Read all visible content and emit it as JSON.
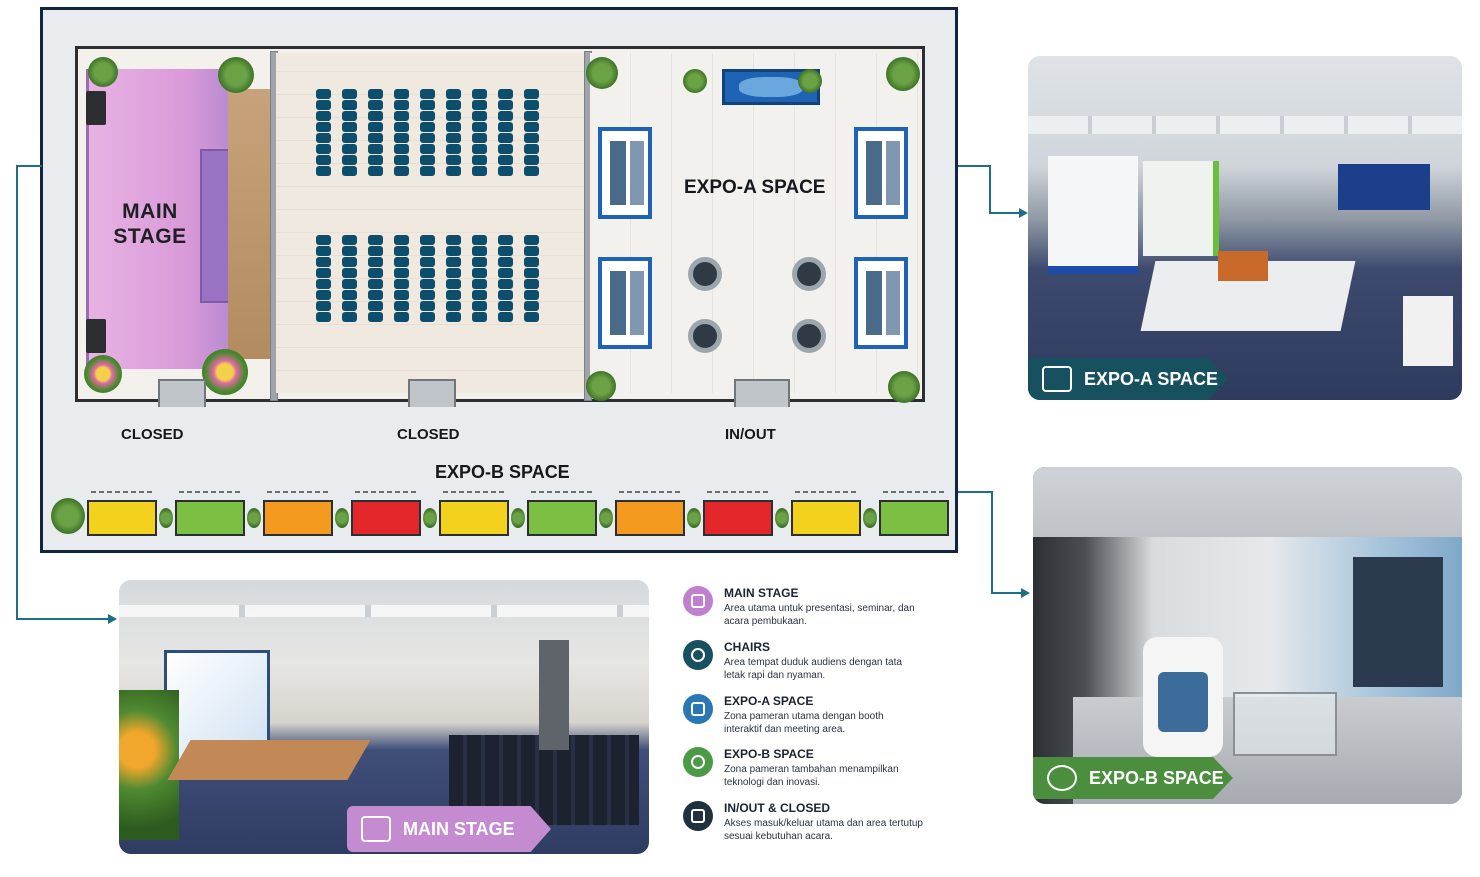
{
  "floorplan": {
    "zones": {
      "main_stage_lines": [
        "MAIN",
        "STAGE"
      ],
      "expo_a": "EXPO-A SPACE",
      "expo_b": "EXPO-B SPACE"
    },
    "doors": [
      {
        "label": "CLOSED"
      },
      {
        "label": "CLOSED"
      },
      {
        "label": "IN/OUT"
      }
    ],
    "expo_b_booth_colors": [
      "#f2d21d",
      "#7bc043",
      "#f39a1f",
      "#e3262a",
      "#f2d21d",
      "#7bc043",
      "#f39a1f",
      "#e3262a",
      "#f2d21d",
      "#7bc043"
    ]
  },
  "photos": {
    "expo_a": {
      "label": "EXPO-A SPACE",
      "color": "#17505f"
    },
    "expo_b": {
      "label": "EXPO-B SPACE",
      "color": "#4b8e3e"
    },
    "main_stage": {
      "label": "MAIN STAGE",
      "color": "#c48bd0"
    }
  },
  "legend": [
    {
      "title": "MAIN STAGE",
      "desc": "Area utama untuk presentasi, seminar, dan acara pembukaan.",
      "color": "#c07fcf",
      "icon": "stage-icon"
    },
    {
      "title": "CHAIRS",
      "desc": "Area tempat duduk audiens dengan tata letak rapi dan nyaman.",
      "color": "#17505f",
      "icon": "audience-icon"
    },
    {
      "title": "EXPO-A SPACE",
      "desc": "Zona pameran utama dengan booth interaktif dan meeting area.",
      "color": "#2a77b5",
      "icon": "booth-icon"
    },
    {
      "title": "EXPO-B SPACE",
      "desc": "Zona pameran tambahan menampilkan teknologi dan inovasi.",
      "color": "#4b9a45",
      "icon": "technology-icon"
    },
    {
      "title": "IN/OUT & CLOSED",
      "desc": "Akses masuk/keluar utama dan area tertutup sesuai kebutuhan acara.",
      "color": "#1f3140",
      "icon": "door-icon"
    }
  ]
}
